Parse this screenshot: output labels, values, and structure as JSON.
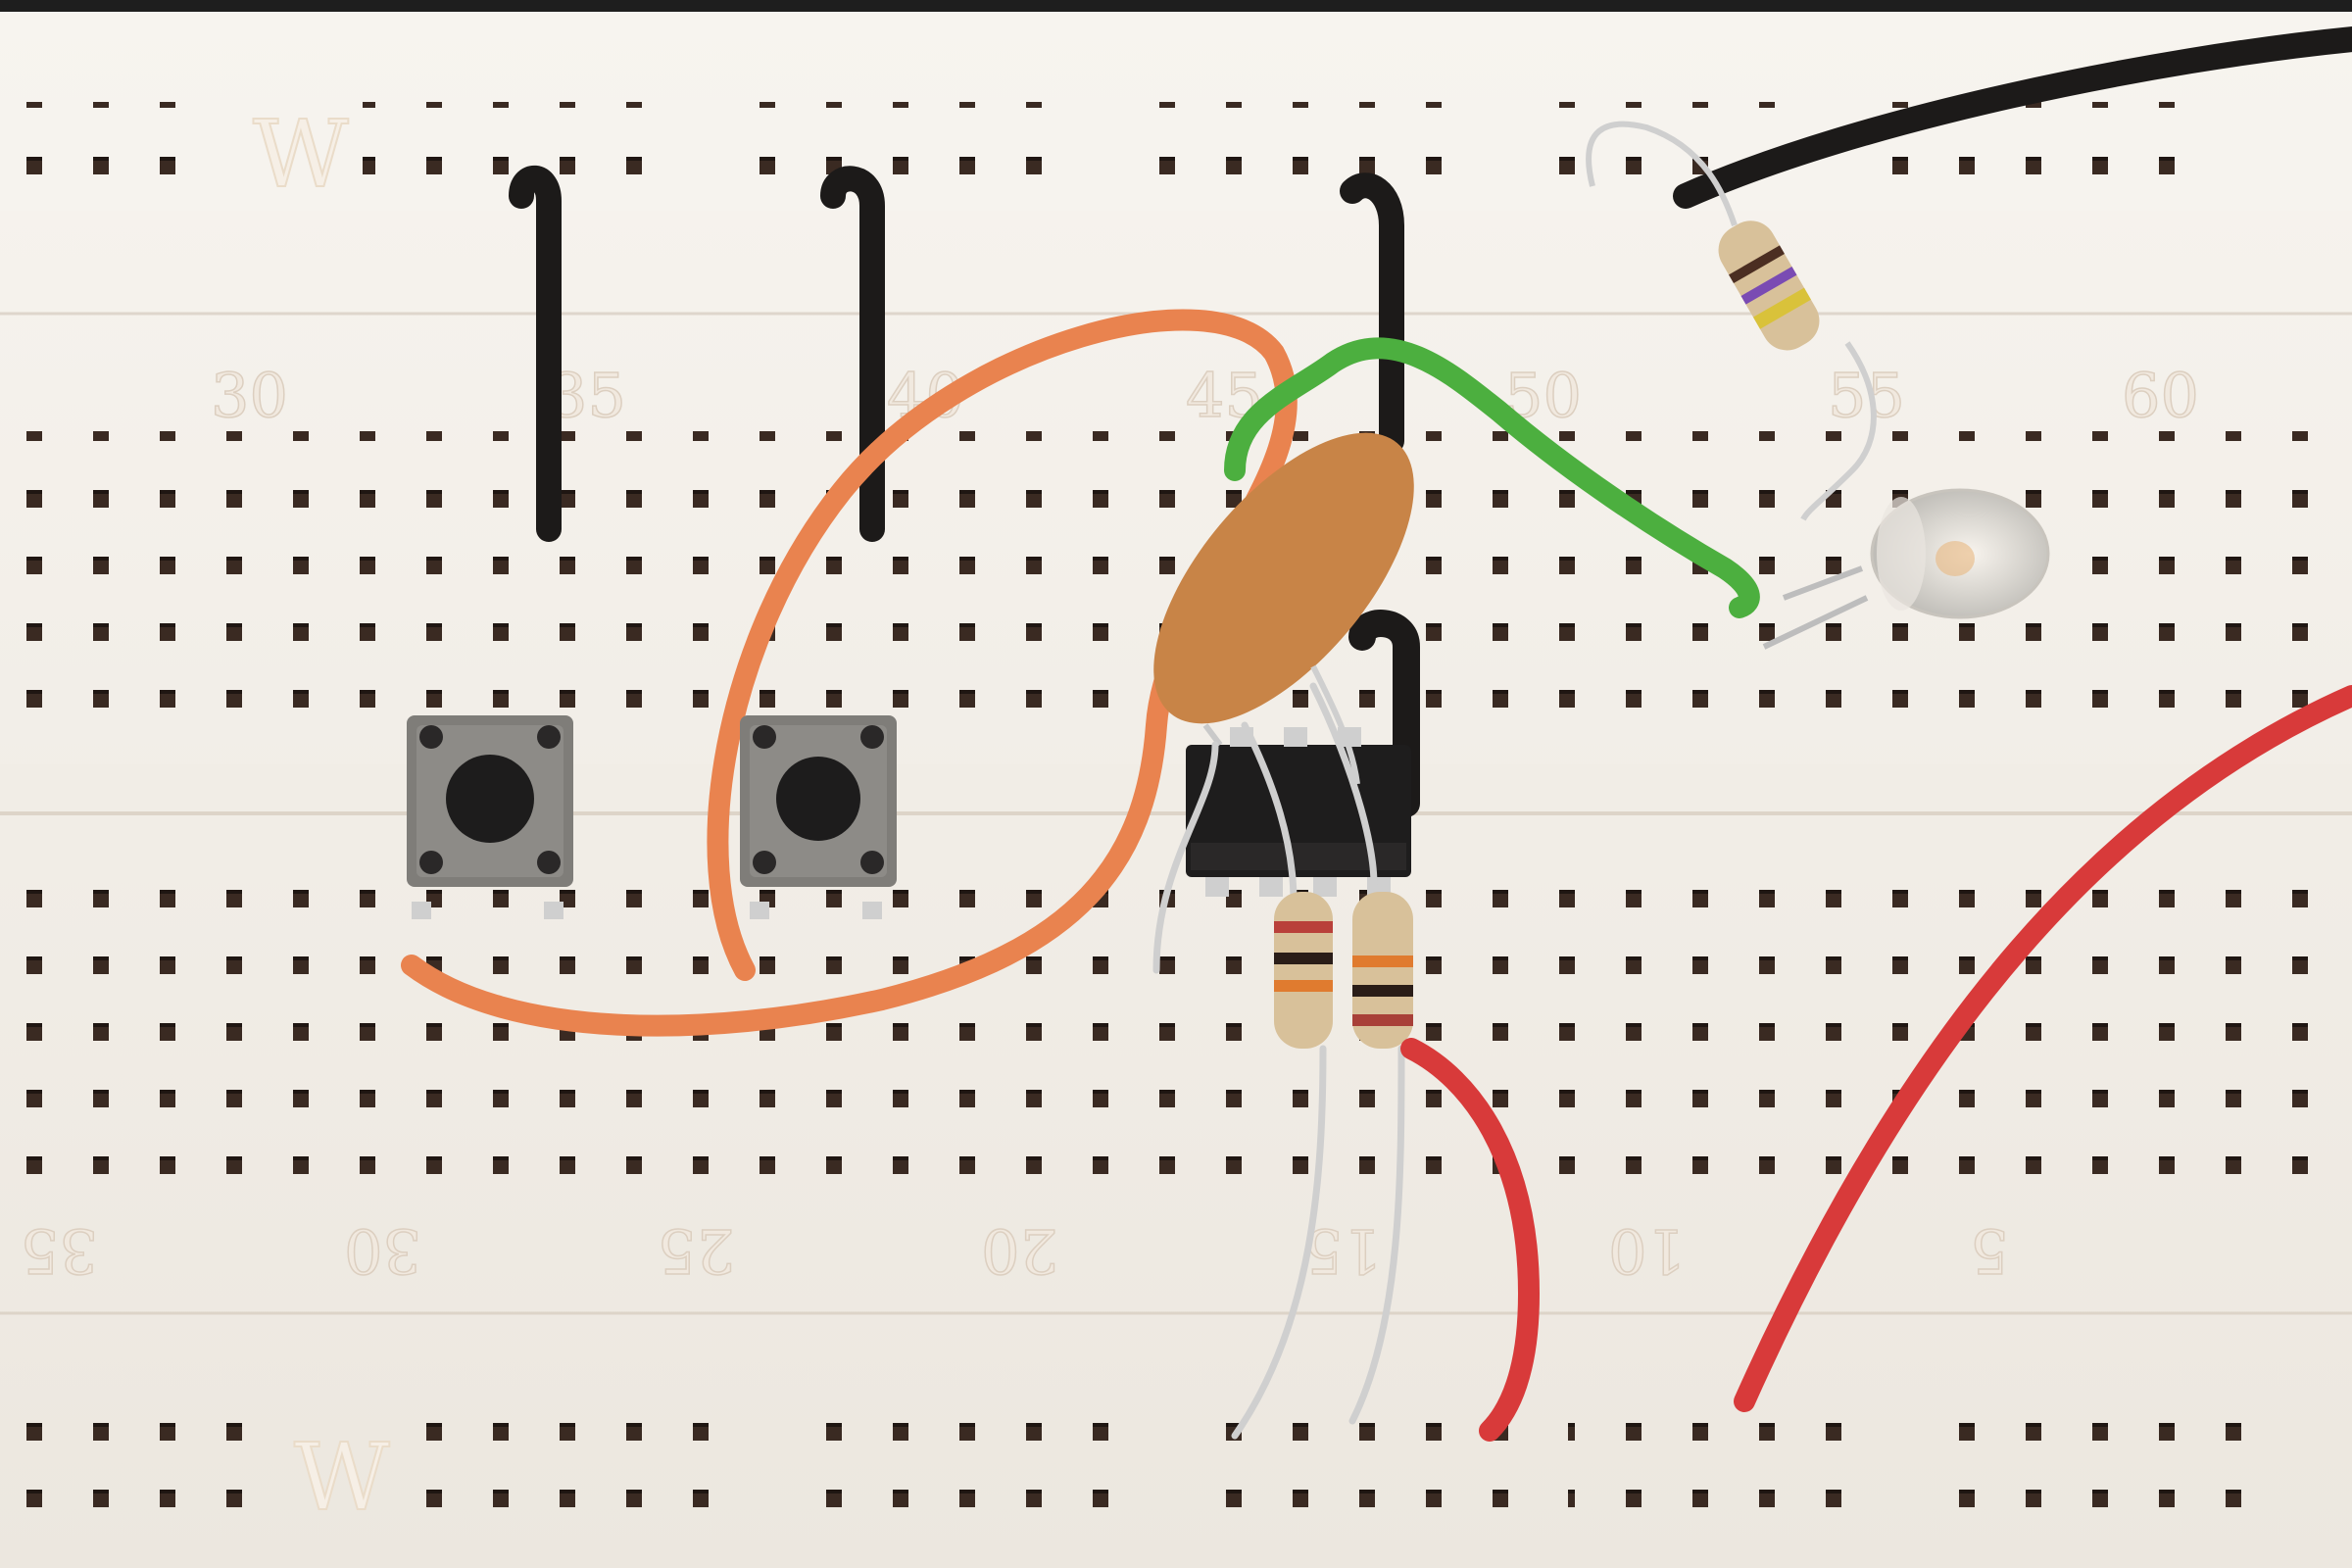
{
  "scene": {
    "subject": "Breadboard circuit with 8-pin IC, two tactile pushbuttons, ceramic capacitor, three resistors and a clear LED",
    "colors": {
      "breadboard": "#f4f1ec",
      "hole": "#3a2a22",
      "wire_black": "#1c1a19",
      "wire_orange": "#e9834f",
      "wire_green": "#4caf3f",
      "wire_red": "#d83a3a",
      "capacitor": "#c88447",
      "ic_body": "#1e1d1d",
      "button_body": "#7f7d79",
      "button_cap": "#1d1c1c",
      "resistor_body": "#d8c19a",
      "lead": "#c9c9c9"
    }
  },
  "breadboard": {
    "logo_top": "W",
    "logo_bottom": "W",
    "top_column_numbers": [
      "30",
      "35",
      "40",
      "45",
      "50",
      "55",
      "60"
    ],
    "bottom_column_numbers": [
      "35",
      "30",
      "25",
      "20",
      "15",
      "10",
      "5"
    ]
  },
  "components": {
    "ic": {
      "label": "8-pin DIP IC",
      "pins": 8
    },
    "pushbuttons": [
      {
        "label": "Pushbutton 1"
      },
      {
        "label": "Pushbutton 2"
      }
    ],
    "capacitor": {
      "label": "Ceramic disc capacitor"
    },
    "resistors": [
      {
        "label": "LED resistor",
        "bands": [
          "#d9c23a",
          "#7a4bb3",
          "#4b2e22",
          "#c9a35a"
        ]
      },
      {
        "label": "Resistor left",
        "bands": [
          "#b9403a",
          "#2a1d18",
          "#e07b2f",
          "#c9a35a"
        ]
      },
      {
        "label": "Resistor right",
        "bands": [
          "#e07b2f",
          "#e07b2f",
          "#2a1d18",
          "#a84038"
        ]
      }
    ],
    "led": {
      "label": "Clear 5mm LED"
    }
  }
}
